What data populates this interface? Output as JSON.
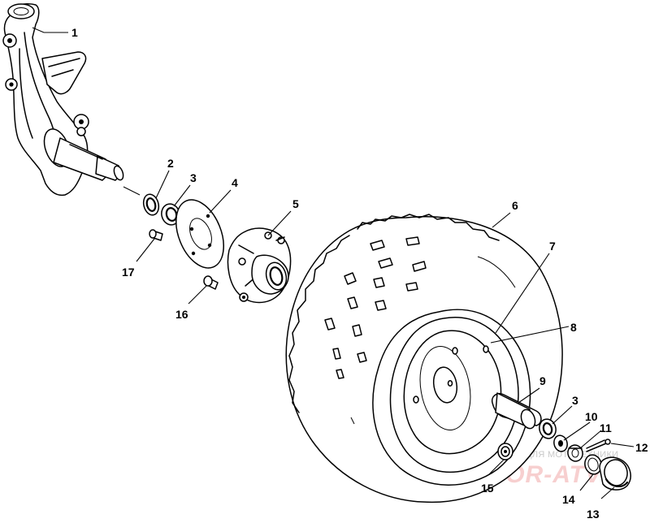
{
  "callouts": {
    "c1": "1",
    "c2": "2",
    "c3a": "3",
    "c4": "4",
    "c5": "5",
    "c6": "6",
    "c7": "7",
    "c8": "8",
    "c9": "9",
    "c3b": "3",
    "c10": "10",
    "c11": "11",
    "c12": "12",
    "c13": "13",
    "c14": "14",
    "c15": "15",
    "c16": "16",
    "c17": "17"
  },
  "watermark": {
    "line1": "ЗАПЧАСТИ И АКСЕССУАРЫ ДЛЯ МОТОТЕХНИКИ",
    "line2": "PARTS-FOR-ATV"
  },
  "colors": {
    "ink": "#000000",
    "watermark_gray": "#c9c9c9",
    "watermark_red": "#f7cfcf"
  }
}
